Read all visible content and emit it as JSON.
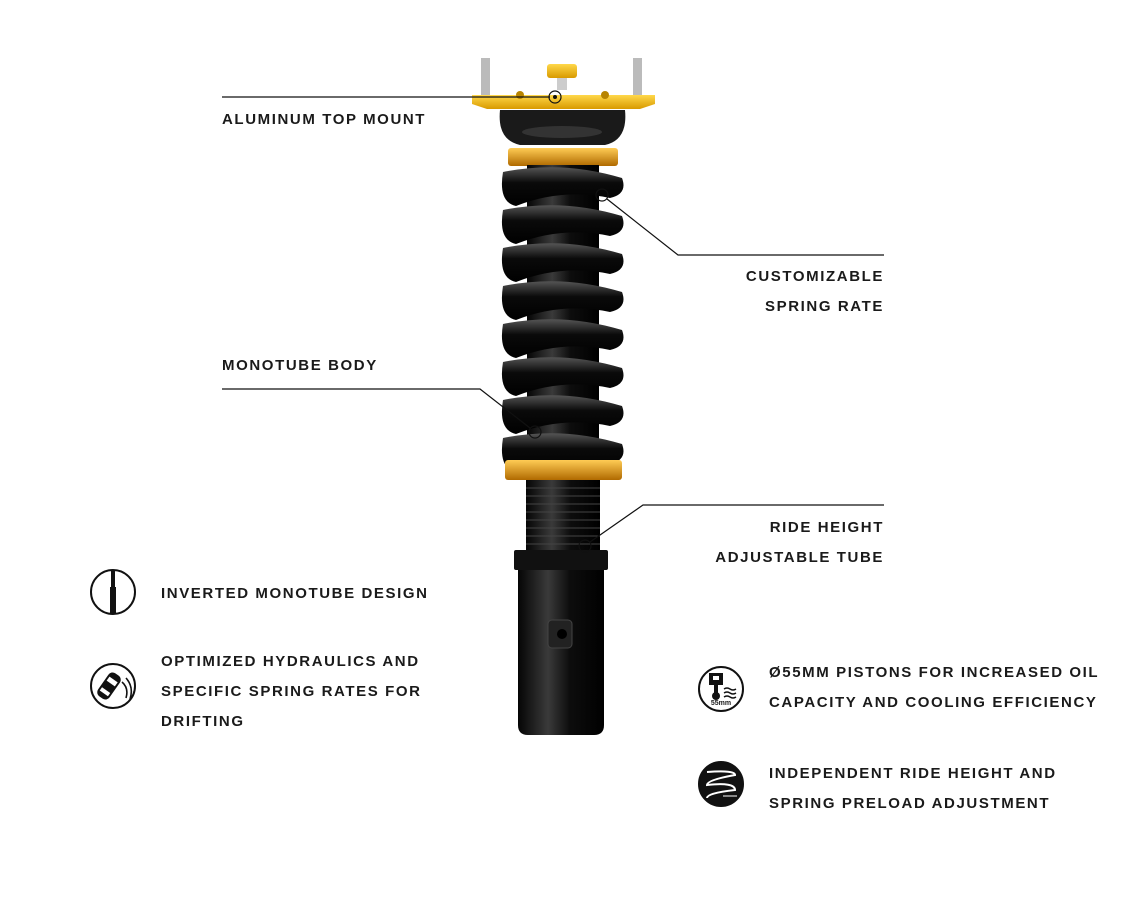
{
  "callouts": {
    "top_mount": "ALUMINUM TOP MOUNT",
    "spring_rate_1": "CUSTOMIZABLE",
    "spring_rate_2": "SPRING RATE",
    "monotube": "MONOTUBE BODY",
    "ride_height_1": "RIDE HEIGHT",
    "ride_height_2": "ADJUSTABLE TUBE"
  },
  "features": [
    {
      "icon": "inverted-shock-icon",
      "lines": [
        "INVERTED MONOTUBE DESIGN"
      ]
    },
    {
      "icon": "drifting-car-icon",
      "lines": [
        "OPTIMIZED HYDRAULICS AND",
        "SPECIFIC SPRING RATES FOR",
        "DRIFTING"
      ]
    },
    {
      "icon": "piston-icon",
      "icon_text": "55mm",
      "lines": [
        "Ø55MM PISTONS FOR INCREASED OIL",
        "CAPACITY AND COOLING EFFICIENCY"
      ]
    },
    {
      "icon": "spring-adjust-icon",
      "lines": [
        "INDEPENDENT RIDE HEIGHT AND",
        "SPRING PRELOAD ADJUSTMENT"
      ]
    }
  ],
  "colors": {
    "gold": "#f0b800",
    "black": "#111111"
  }
}
